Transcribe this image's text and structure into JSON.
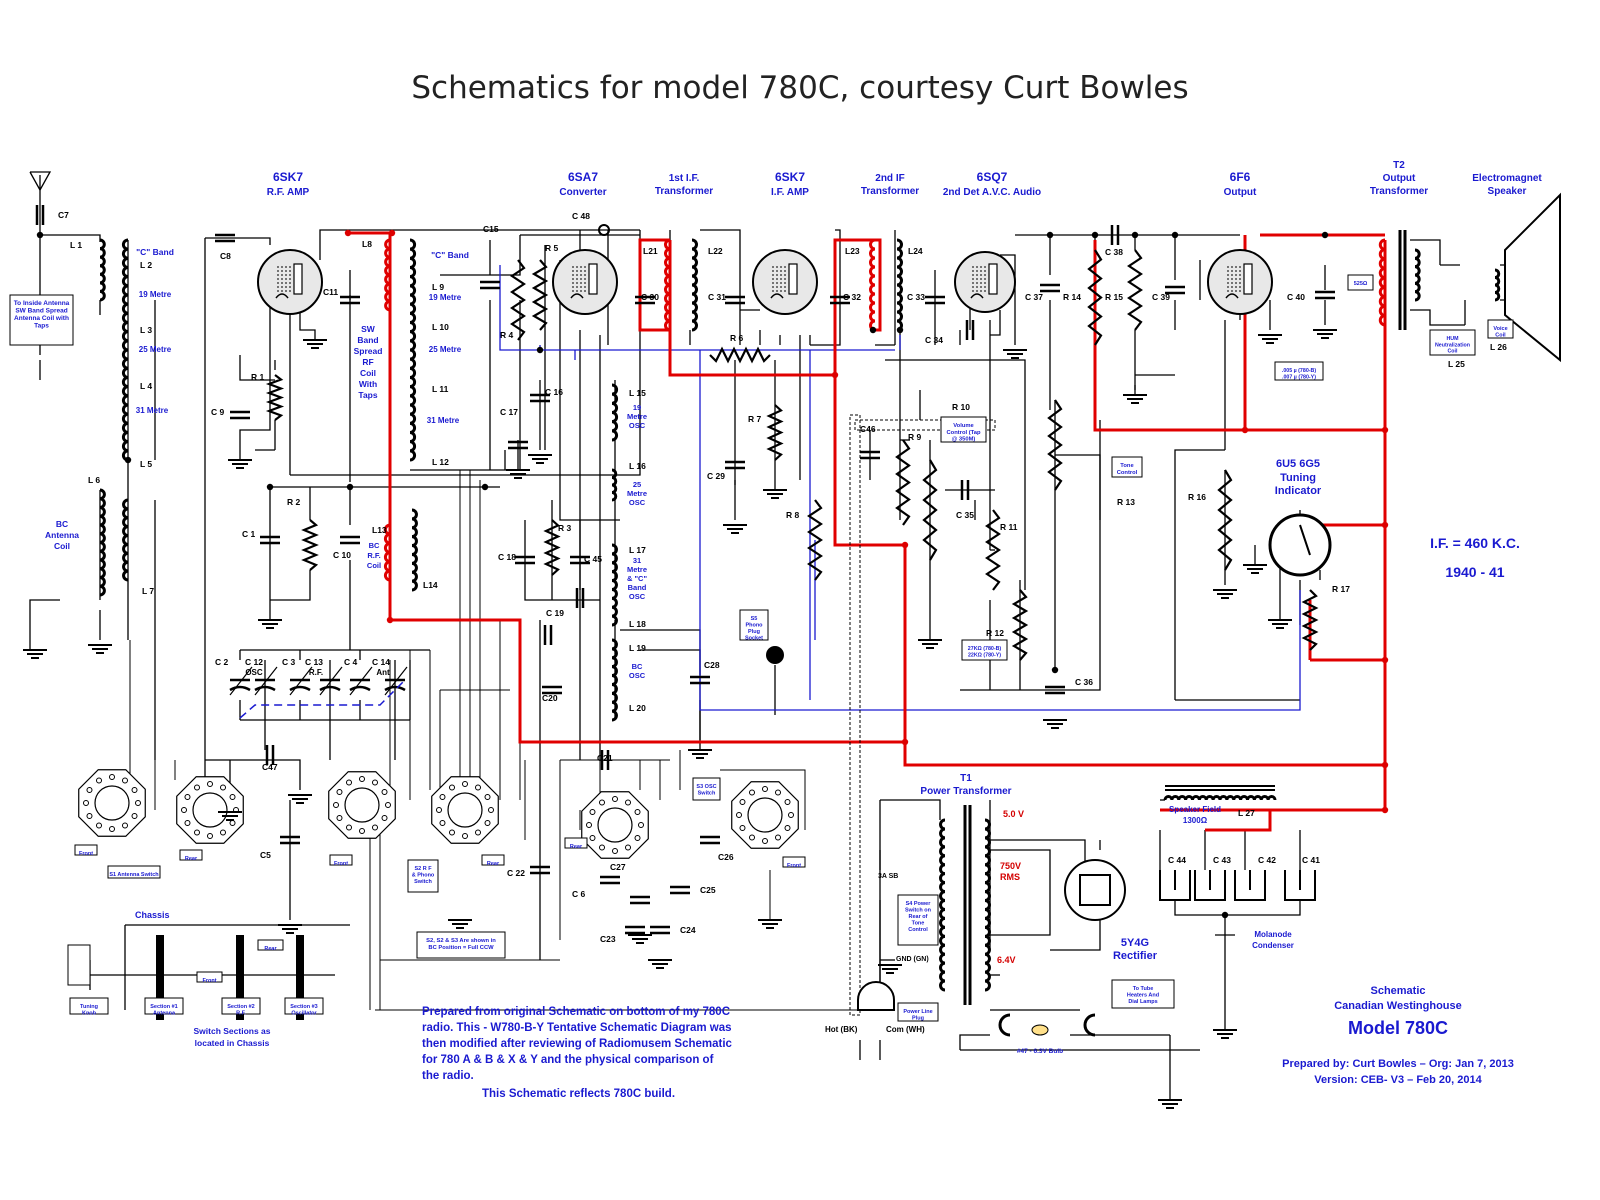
{
  "page": {
    "title": "Schematics for model 780C, courtesy Curt Bowles"
  },
  "colors": {
    "wire": "#000000",
    "b_plus": "#e00000",
    "signal": "#1a1ad0",
    "tube_fill": "#e6e6e6"
  },
  "tubes": {
    "v1": {
      "type": "6SK7",
      "function": "R.F. AMP"
    },
    "v2": {
      "type": "6SA7",
      "function": "Converter"
    },
    "v3": {
      "type": "6SK7",
      "function": "I.F. AMP"
    },
    "v4": {
      "type": "6SQ7",
      "function": "2nd Det A.V.C. Audio"
    },
    "v5": {
      "type": "6F6",
      "function": "Output"
    },
    "v6": {
      "type": "6U5 6G5",
      "function": "Tuning Indicator"
    },
    "v7": {
      "type": "5Y4G",
      "function": "Rectifier"
    }
  },
  "headers": {
    "if1": [
      "1st I.F.",
      "Transformer"
    ],
    "if2": [
      "2nd IF",
      "Transformer"
    ],
    "t2": [
      "T2",
      "Output",
      "Transformer"
    ],
    "speaker": [
      "Electromagnet",
      "Speaker"
    ],
    "t1": [
      "T1",
      "Power Transformer"
    ]
  },
  "coils": {
    "c_band_1": "\"C\" Band",
    "m19": "19 Metre",
    "m25": "25 Metre",
    "m31": "31 Metre",
    "c_band_2": "\"C\" Band",
    "sw_coil": [
      "SW",
      "Band",
      "Spread",
      "RF",
      "Coil",
      "With",
      "Taps"
    ],
    "bc_ant": [
      "BC",
      "Antenna",
      "Coil"
    ],
    "bc_rf": [
      "BC",
      "R.F.",
      "Coil"
    ],
    "osc19": [
      "19",
      "Metre",
      "OSC"
    ],
    "osc25": [
      "25",
      "Metre",
      "OSC"
    ],
    "osc31": [
      "31",
      "Metre",
      "& \"C\"",
      "Band",
      "OSC"
    ],
    "bcosc": [
      "BC",
      "OSC"
    ]
  },
  "component_labels": {
    "L": [
      "L 1",
      "L 2",
      "L 3",
      "L 4",
      "L 5",
      "L 6",
      "L 7",
      "L8",
      "L 9",
      "L 10",
      "L 11",
      "L 12",
      "L13",
      "L14",
      "L 15",
      "L 16",
      "L 17",
      "L 18",
      "L 19",
      "L 20",
      "L21",
      "L22",
      "L23",
      "L24",
      "L 25",
      "L 26",
      "L 27"
    ],
    "C": [
      "C7",
      "C8",
      "C11",
      "C 9",
      "C 1",
      "C 10",
      "C15",
      "C 17",
      "C 16",
      "C 18",
      "C 45",
      "C 19",
      "C20",
      "C28",
      "C 48",
      "C 30",
      "C 31",
      "C 32",
      "C 33",
      "C 34",
      "C 37",
      "C 38",
      "C 39",
      "C 40",
      "C 29",
      "C46",
      "C 35",
      "C 36",
      "C 2",
      "C 12",
      "C 3",
      "C 13",
      "C 4",
      "C 14",
      "C47",
      "C5",
      "C 22",
      "C21",
      "C 6",
      "C27",
      "C23",
      "C24",
      "C25",
      "C26",
      "C 44",
      "C 43",
      "C 42",
      "C 41"
    ],
    "R": [
      "R 1",
      "R 2",
      "R 3",
      "R 4",
      "R 5",
      "R 6",
      "R 7",
      "R 8",
      "R 9",
      "R 10",
      "R 11",
      "R 12",
      "R 13",
      "R 14",
      "R 15",
      "R 16",
      "R 17"
    ],
    "tuning_gang": [
      "OSC",
      "R.F.",
      "Ant"
    ]
  },
  "boxes": {
    "inside_antenna": "To Inside Antenna SW Band Spread Antenna Coil with Taps",
    "vol_ctrl": "Volume Control (Tap @ 350M)",
    "tone_ctrl": "Tone Control",
    "phono": "S5 Phono Plug Socket",
    "s3": "S3 OSC Switch",
    "s2": "S2 R F & Phono Switch",
    "s1": "S1 Antenna Switch",
    "s4": "S4 Power Switch on Rear of Tone Control",
    "power_plug": "Power Line Plug",
    "heaters": "To Tube Heaters And Dial Lamps",
    "hum": "HUM Neutralization Coil",
    "voice": "Voice Coil",
    "r525": "525Ω",
    "caps_note": ".005 µ (780-B) .007 µ (780-Y)",
    "r12_note": "27KΩ (780-B) 22KΩ (780-Y)",
    "switch_note": "S2, S2 & S3 Are shown in BC Position = Full CCW",
    "front": "Front",
    "rear": "Rear",
    "tuning_knob": "Tuning Knob",
    "sec1": "Section #1 Antenna",
    "sec2": "Section #2 R.F.",
    "sec3": "Section #3 Oscillator",
    "chassis": "Chassis",
    "chassis_note": "Switch Sections as located in Chassis"
  },
  "power": {
    "v5": "5.0 V",
    "v750": "750V RMS",
    "v63": "6.4V",
    "fuse": "3A SB",
    "gnd": "GND (GN)",
    "hot": "Hot (BK)",
    "com": "Com (WH)",
    "bulb": "#47 - 6.3V Bulb",
    "field": "Speaker Field 1300Ω",
    "molanode": "Molanode Condenser"
  },
  "info": {
    "if_freq": "I.F. = 460 K.C.",
    "years": "1940 - 41"
  },
  "footnote": [
    "Prepared from original Schematic on bottom of my 780C",
    "radio. This - W780-B-Y Tentative Schematic Diagram was",
    "then modified after reviewing of Radiomusem Schematic",
    "for 780 A & B & X & Y and the physical comparison of",
    "the radio.",
    "This Schematic reflects 780C build."
  ],
  "credit": {
    "l1": "Schematic",
    "l2": "Canadian Westinghouse",
    "model": "Model 780C",
    "by": "Prepared by: Curt Bowles – Org: Jan 7, 2013",
    "ver": "Version: CEB- V3 – Feb 20, 2014"
  }
}
